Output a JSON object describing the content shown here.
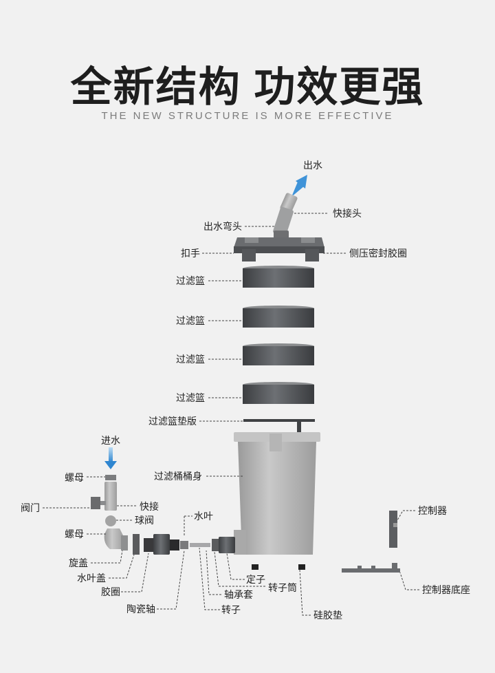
{
  "header": {
    "title": "全新结构 功效更强",
    "subtitle": "THE NEW STRUCTURE IS MORE EFFECTIVE"
  },
  "colors": {
    "background": "#f1f1f1",
    "dark_gray": "#5a5c5f",
    "light_gray": "#bdbdbd",
    "arrow_blue": "#3f93d8",
    "leader_line": "#444444"
  },
  "labels": {
    "outlet": "出水",
    "quick_connector_top": "快接头",
    "outlet_elbow": "出水弯头",
    "handle": "扣手",
    "side_seal": "侧压密封胶圈",
    "basket_1": "过滤篮",
    "basket_2": "过滤篮",
    "basket_3": "过滤篮",
    "basket_4": "过滤篮",
    "basket_pad": "过滤篮垫版",
    "inlet": "进水",
    "barrel": "过滤桶桶身",
    "nut_top": "螺母",
    "valve": "阀门",
    "quick_connector": "快接",
    "ball_valve": "球阀",
    "impeller": "水叶",
    "nut_bottom": "螺母",
    "controller": "控制器",
    "screw_cap": "旋盖",
    "impeller_cover": "水叶盖",
    "stator": "定子",
    "rubber_ring": "胶圈",
    "rotor_tube": "转子筒",
    "bearing_sleeve": "轴承套",
    "controller_base": "控制器底座",
    "ceramic_shaft": "陶瓷轴",
    "rotor": "转子",
    "silicone_pad": "硅胶垫"
  }
}
